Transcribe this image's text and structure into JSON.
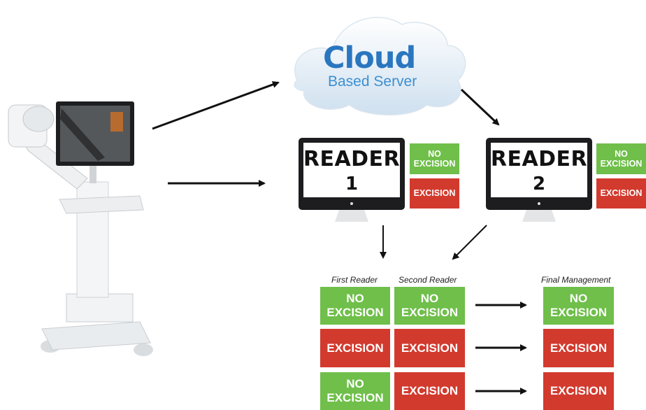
{
  "cloud": {
    "title": "Cloud",
    "subtitle": "Based Server"
  },
  "readers": [
    {
      "title": "READER",
      "number": "1",
      "options": [
        "NO EXCISION",
        "EXCISION"
      ]
    },
    {
      "title": "READER",
      "number": "2",
      "options": [
        "NO EXCISION",
        "EXCISION"
      ]
    }
  ],
  "table": {
    "headers": {
      "first": "First Reader",
      "second": "Second Reader",
      "final": "Final Management"
    },
    "rows": [
      {
        "first": "NO EXCISION",
        "second": "NO EXCISION",
        "final": "NO EXCISION"
      },
      {
        "first": "EXCISION",
        "second": "EXCISION",
        "final": "EXCISION"
      },
      {
        "first": "NO EXCISION",
        "second": "EXCISION",
        "final": "EXCISION"
      }
    ]
  },
  "colors": {
    "green": "#6fbf4a",
    "red": "#d23a2e",
    "cloud_text": "#2a76bf"
  },
  "icons": [
    "imaging-device-icon",
    "cloud-icon",
    "monitor-icon",
    "arrow-icon"
  ]
}
